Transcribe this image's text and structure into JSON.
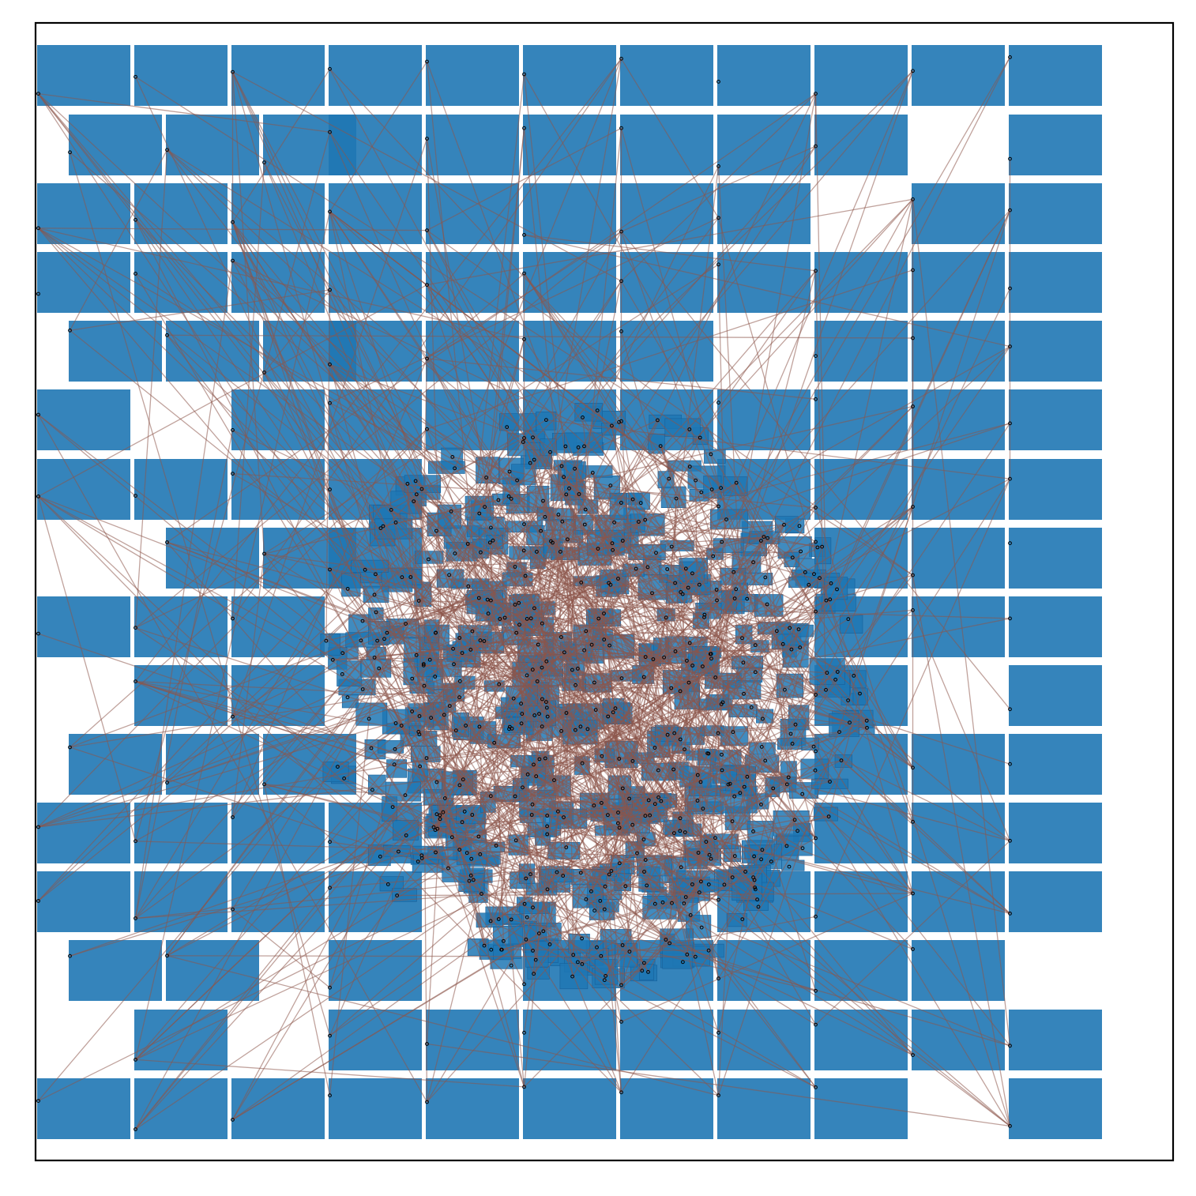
{
  "diagram": {
    "kind": "node-link graph",
    "title": "",
    "colors": {
      "background": "#ffffff",
      "frame": "#000000",
      "node_fill": "#1f77b4",
      "node_opacity": "0.9",
      "edge_color": "#8c564b",
      "edge_opacity": "0.55",
      "point_marker": "#000000"
    },
    "axes": {
      "ticks_visible": false,
      "labels_visible": false
    }
  }
}
